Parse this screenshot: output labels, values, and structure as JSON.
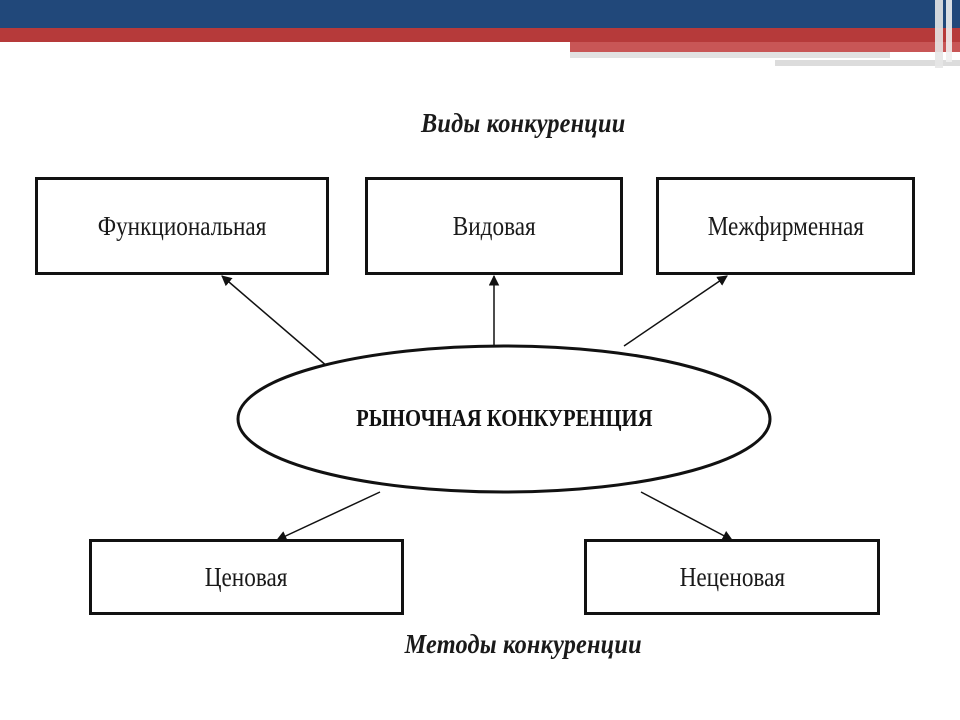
{
  "slide": {
    "colors": {
      "header_blue": "#21487a",
      "header_red": "#b63a3a",
      "header_light": "#dcdcdc"
    }
  },
  "diagram": {
    "top_caption": "Виды конкуренции",
    "bottom_caption": "Методы конкуренции",
    "center": "РЫНОЧНАЯ КОНКУРЕНЦИЯ",
    "types": [
      "Функциональная",
      "Видовая",
      "Межфирменная"
    ],
    "methods": [
      "Ценовая",
      "Неценовая"
    ]
  }
}
